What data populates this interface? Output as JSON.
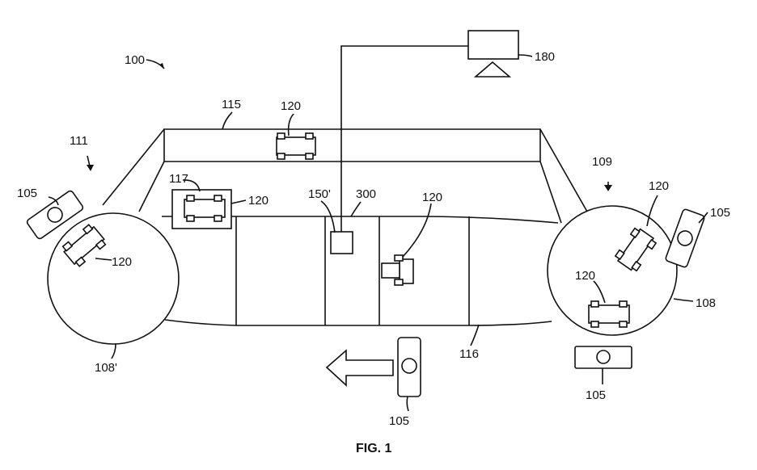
{
  "figure": {
    "caption": "FIG. 1",
    "colors": {
      "line": "#111111",
      "background": "#ffffff"
    }
  },
  "labels": {
    "system": "100",
    "zone_left": "111",
    "zone_right": "109",
    "upper_track": "115",
    "lower_track": "116",
    "station": "117",
    "station_device": "150'",
    "wire_point": "300",
    "monitor": "180",
    "drum_left": "108'",
    "drum_right": "108",
    "vehicle_top": "120",
    "vehicle_station": "120",
    "vehicle_mid": "120",
    "vehicle_left": "120",
    "vehicle_right_upper": "120",
    "vehicle_right_lower": "120",
    "reader_left": "105",
    "reader_right_upper": "105",
    "reader_right_lower": "105",
    "reader_bottom": "105"
  }
}
